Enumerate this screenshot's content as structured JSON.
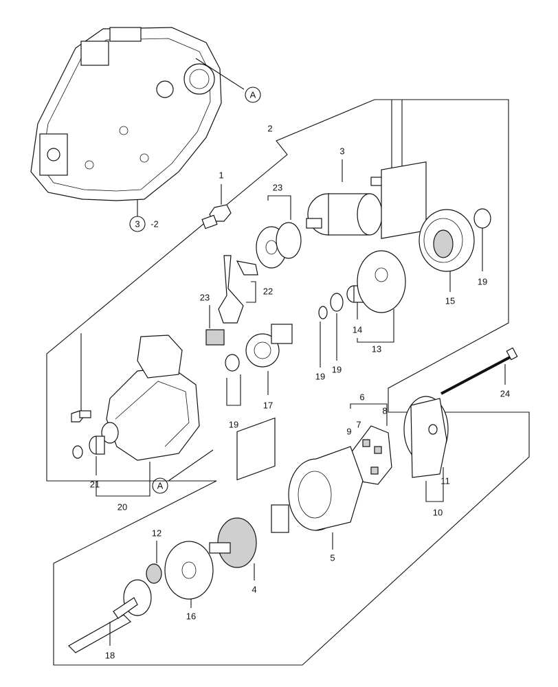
{
  "labels": {
    "p1": "1",
    "p2": "2",
    "p3": "3",
    "p3_2": "3",
    "p3_2_suffix": "-2",
    "p4": "4",
    "p5": "5",
    "p6": "6",
    "p7": "7",
    "p8": "8",
    "p9": "9",
    "p10": "10",
    "p11": "11",
    "p12": "12",
    "p13": "13",
    "p14": "14",
    "p15": "15",
    "p16": "16",
    "p17": "17",
    "p18": "18",
    "p19a": "19",
    "p19b": "19",
    "p19c": "19",
    "p19d": "19",
    "p20": "20",
    "p21": "21",
    "p22": "22",
    "p23a": "23",
    "p23b": "23",
    "p24": "24",
    "refA_top": "A",
    "refA_bottom": "A"
  }
}
